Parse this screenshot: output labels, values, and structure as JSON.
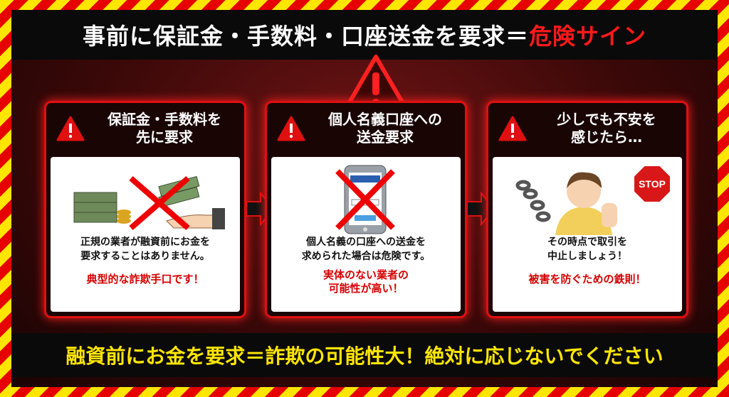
{
  "title": {
    "main": "事前に保証金・手数料・口座送金を要求＝",
    "danger": "危険サイン"
  },
  "cards": [
    {
      "heading": "保証金・手数料を\n先に要求",
      "image": "money-handover-crossed",
      "description": "正規の業者が融資前にお金を\n要求することはありません。",
      "alert": "典型的な詐欺手口です！"
    },
    {
      "heading": "個人名義口座への\n送金要求",
      "image": "smartphone-transfer-crossed",
      "description": "個人名義の口座への送金を\n求められた場合は危険です。",
      "alert": "実体のない業者の\n可能性が高い！"
    },
    {
      "heading": "少しでも不安を\n感じたら…",
      "image": "person-stop-sign",
      "stop_sign": "STOP",
      "description": "その時点で取引を\n中止しましょう！",
      "alert": "被害を防ぐための鉄則！"
    }
  ],
  "footer": "融資前にお金を要求＝詐欺の可能性大！絶対に応じないでください",
  "colors": {
    "accent_red": "#e01010",
    "footer_yellow": "#ffe600",
    "stripe_yellow": "#ffe600",
    "stripe_red": "#e60000"
  }
}
